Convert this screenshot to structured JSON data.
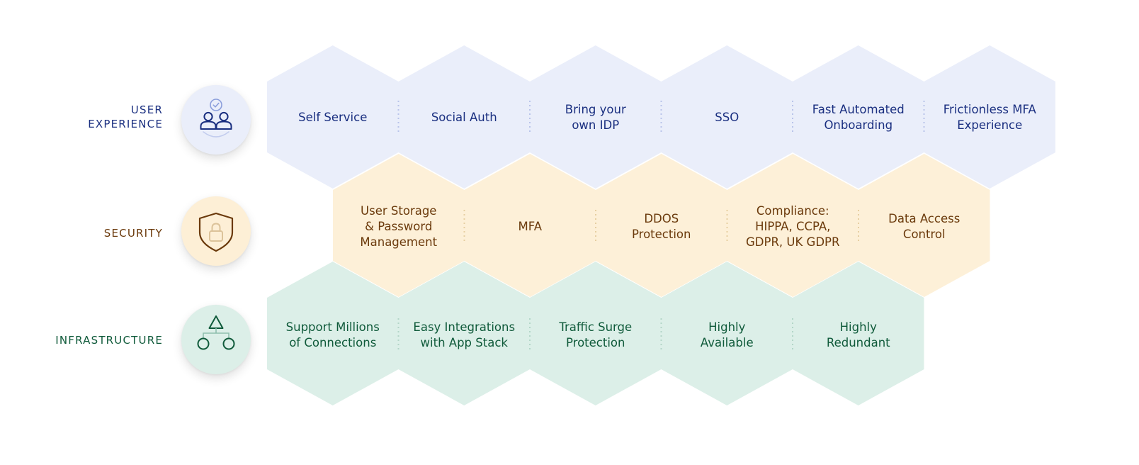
{
  "rows": [
    {
      "id": "user-experience",
      "label": "USER\nEXPERIENCE",
      "icon": "users-check-icon",
      "color": "#1a2f80",
      "fill": "#eaeefa",
      "circle_bg": "#eaeefa",
      "divider": "#b9c4ea",
      "items": [
        "Self Service",
        "Social Auth",
        "Bring your\nown IDP",
        "SSO",
        "Fast Automated\nOnboarding",
        "Frictionless MFA\nExperience"
      ]
    },
    {
      "id": "security",
      "label": "SECURITY",
      "icon": "shield-lock-icon",
      "color": "#6b3a0c",
      "fill": "#fdf0d8",
      "circle_bg": "#fdefd6",
      "divider": "#e6cfa2",
      "items": [
        "User Storage\n& Password\nManagement",
        "MFA",
        "DDOS\nProtection",
        "Compliance:\nHIPPA, CCPA,\nGDPR, UK GDPR",
        "Data Access\nControl"
      ]
    },
    {
      "id": "infrastructure",
      "label": "INFRASTRUCTURE",
      "icon": "network-nodes-icon",
      "color": "#0f5a3a",
      "fill": "#dcefe8",
      "circle_bg": "#dcefe8",
      "divider": "#b3d6c8",
      "items": [
        "Support Millions\nof Connections",
        "Easy Integrations\nwith App Stack",
        "Traffic Surge\nProtection",
        "Highly\nAvailable",
        "Highly\nRedundant"
      ]
    }
  ]
}
